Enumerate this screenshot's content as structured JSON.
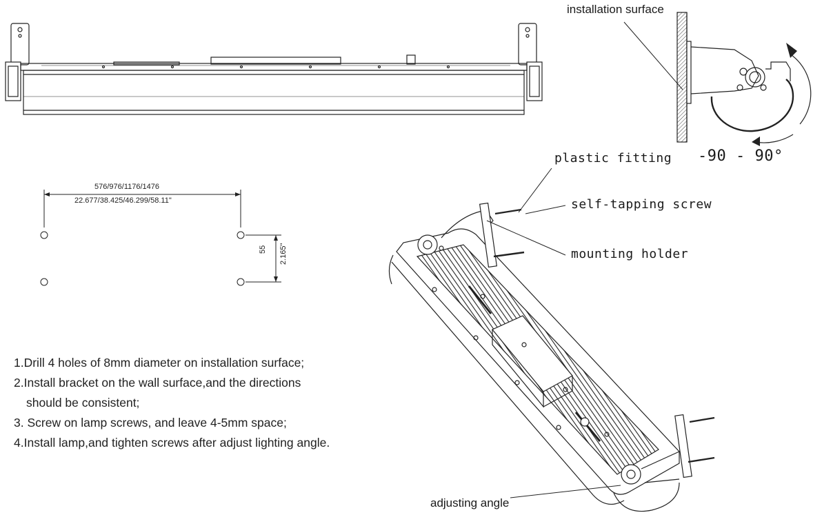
{
  "labels": {
    "installation_surface": "installation surface",
    "plastic_fitting": "plastic fitting",
    "self_tapping_screw": "self-tapping screw",
    "mounting_holder": "mounting holder",
    "angle_range": "-90 - 90°",
    "adjusting_angle": "adjusting angle"
  },
  "dimensions": {
    "hole_spacing_mm": "576/976/1176/1476",
    "hole_spacing_in": "22.677/38.425/46.299/58.11\"",
    "vertical_mm": "55",
    "vertical_in": "2.165\""
  },
  "steps": [
    "1.Drill 4 holes of 8mm diameter on installation surface;",
    "2.Install bracket on the wall surface,and the directions",
    "should be consistent;",
    "3. Screw on lamp screws, and leave 4-5mm space;",
    "4.Install lamp,and tighten screws after adjust lighting angle."
  ]
}
